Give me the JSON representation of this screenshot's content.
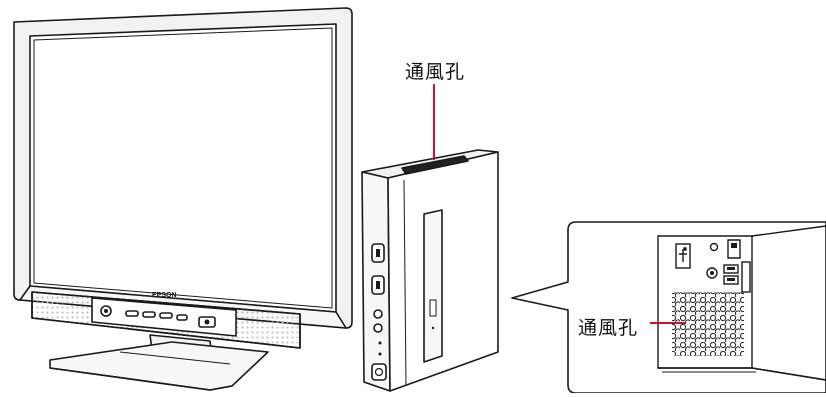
{
  "callouts": {
    "top_vent_label": "通風孔",
    "rear_vent_label": "通風孔"
  },
  "monitor": {
    "brand": "EPSON"
  },
  "colors": {
    "callout_line": "#d0102b",
    "outline": "#1a1a1a",
    "speaker_grille": "#d9d9d9",
    "bezel": "#f2f2f2"
  }
}
